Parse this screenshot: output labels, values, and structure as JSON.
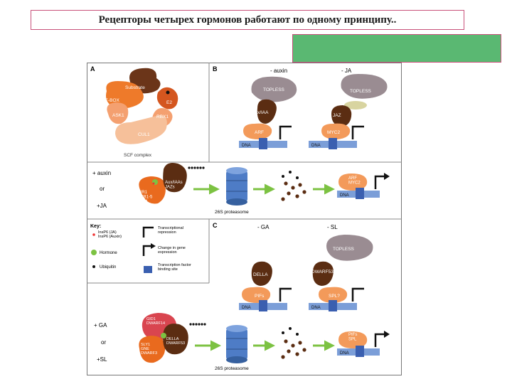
{
  "page": {
    "title": "Рецепторы четырех гормонов работают по одному принципу..",
    "accent_color": "#5ab872",
    "border_color": "#c8507a"
  },
  "panel_a": {
    "letter": "A",
    "substrate": "Substrate",
    "fbox": "F-BOX",
    "e2": "E2",
    "ask1": "ASK1",
    "rbx1": "RBX1",
    "cul1": "CUL1",
    "complex": "SCF complex"
  },
  "panel_b": {
    "letter": "B",
    "col1_title": "- auxin",
    "col2_title": "- JA",
    "topless1": "TOPLESS",
    "topless2": "TOPLESS",
    "auxiaa": "Aux/IAA",
    "jaz": "JAZ",
    "arf": "ARF",
    "myc2": "MYC2",
    "dna1": "DNA",
    "dna2": "DNA",
    "plus_auxin": "+ auxin",
    "or": "or",
    "plus_ja": "+JA",
    "receptor": "TIR1\nAFB1-5\nCOI1",
    "substrates": "Aux/IAAs\nJAZs",
    "proteasome": "26S proteasome",
    "arf_myc2": "ARF\nMYC2",
    "dna3": "DNA"
  },
  "key": {
    "title": "Key:",
    "insp": "InsP6 (JA)\nInsP6 (Auxin)",
    "hormone": "Hormone",
    "ubiquitin": "Ubiquitin",
    "repression": "Transcriptional\nrepression",
    "change": "Change in gene\nexpression",
    "tf_site": "Transcription factor\nbinding site"
  },
  "panel_c": {
    "letter": "C",
    "col1_title": "- GA",
    "col2_title": "- SL",
    "topless": "TOPLESS",
    "della": "DELLA",
    "dwarf53": "DWARF53",
    "pifs": "PIFs",
    "spl": "SPL?",
    "dna1": "DNA",
    "dna2": "DNA",
    "plus_ga": "+ GA",
    "or": "or",
    "plus_sl": "+SL",
    "gid1": "GID1\nDWARF14",
    "della2": "DELLA\nDWARF53",
    "sly1": "SLY1\nGNE\nDWARF3",
    "proteasome": "26S proteasome",
    "pifs2": "PIFs\nSPL",
    "dna3": "DNA"
  }
}
